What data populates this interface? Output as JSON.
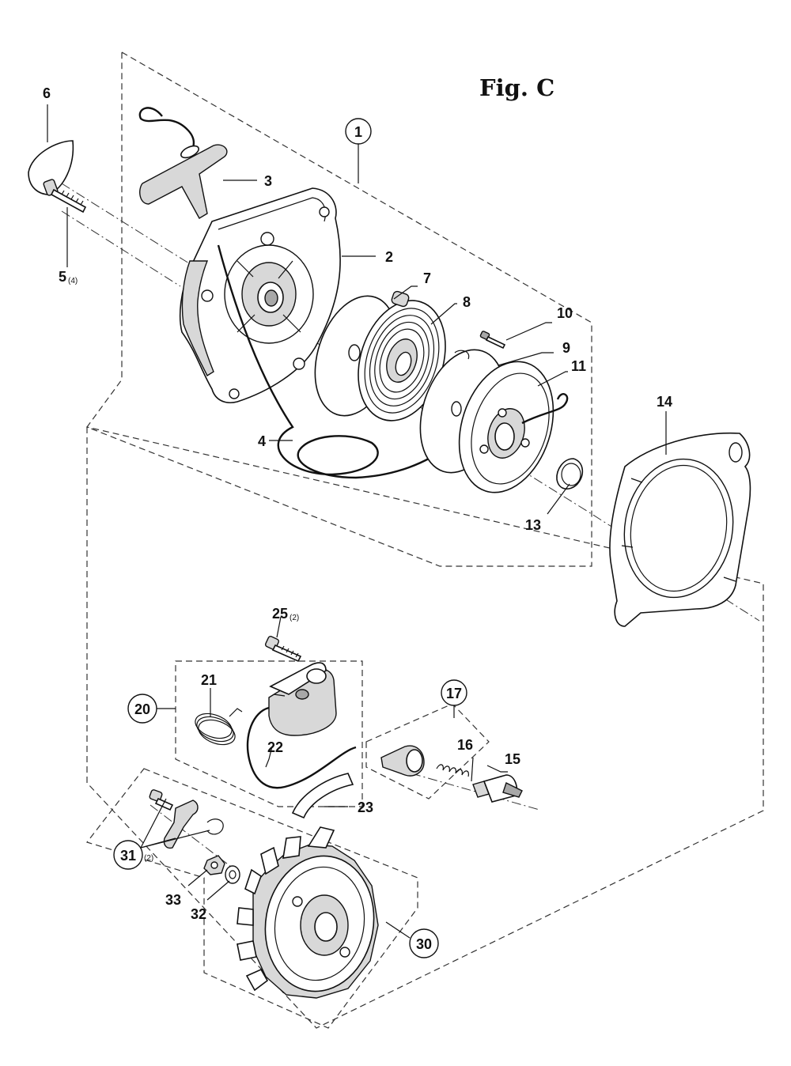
{
  "figure_title": "Fig. C",
  "callouts": {
    "c1": "1",
    "c2": "2",
    "c3": "3",
    "c4": "4",
    "c5": "5",
    "c5_qty": "(4)",
    "c6": "6",
    "c7": "7",
    "c8": "8",
    "c9": "9",
    "c10": "10",
    "c11": "11",
    "c13": "13",
    "c14": "14",
    "c15": "15",
    "c16": "16",
    "c17": "17",
    "c20": "20",
    "c21": "21",
    "c22": "22",
    "c23": "23",
    "c25": "25",
    "c25_qty": "(2)",
    "c30": "30",
    "c31": "31",
    "c31_qty": "(2)",
    "c32": "32",
    "c33": "33"
  }
}
